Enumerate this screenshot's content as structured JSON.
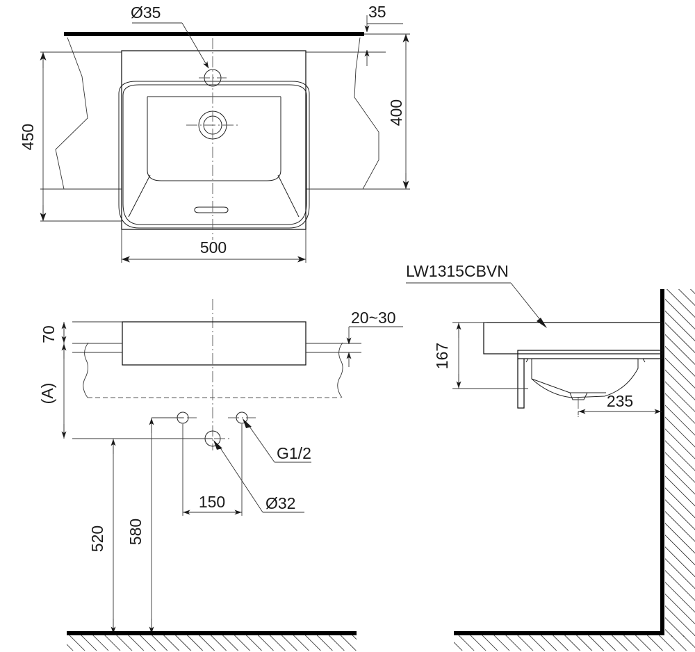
{
  "drawing": {
    "title": "LW1315CBVN",
    "product_code": "LW1315CBVN",
    "views": {
      "top": {
        "name": "plan-view",
        "dimensions": {
          "bowl_hole_dia": "Ø35",
          "wall_offset": "35",
          "overall_height": "450",
          "inner_height": "400",
          "overall_width": "500"
        }
      },
      "front": {
        "name": "front-elevation",
        "dimensions": {
          "rim_height": "70",
          "counter_thickness": "20~30",
          "datum_label": "(A)",
          "drain_dia": "Ø32",
          "supply_thread": "G1/2",
          "supply_spacing": "150",
          "floor_to_drain": "520",
          "floor_to_supply": "580"
        }
      },
      "side": {
        "name": "side-section-view",
        "dimensions": {
          "basin_depth": "167",
          "wall_projection": "235"
        }
      }
    }
  },
  "labels": {
    "dia35": "Ø35",
    "d35": "35",
    "d450": "450",
    "d400": "400",
    "d500": "500",
    "d70": "70",
    "d20_30": "20~30",
    "dA": "(A)",
    "dia32": "Ø32",
    "g12": "G1/2",
    "d150": "150",
    "d520": "520",
    "d580": "580",
    "d167": "167",
    "d235": "235",
    "part_no": "LW1315CBVN"
  },
  "colors": {
    "line": "#1a1a1a",
    "thin_line": "#555555",
    "background": "#ffffff",
    "text": "#1a1a1a"
  }
}
